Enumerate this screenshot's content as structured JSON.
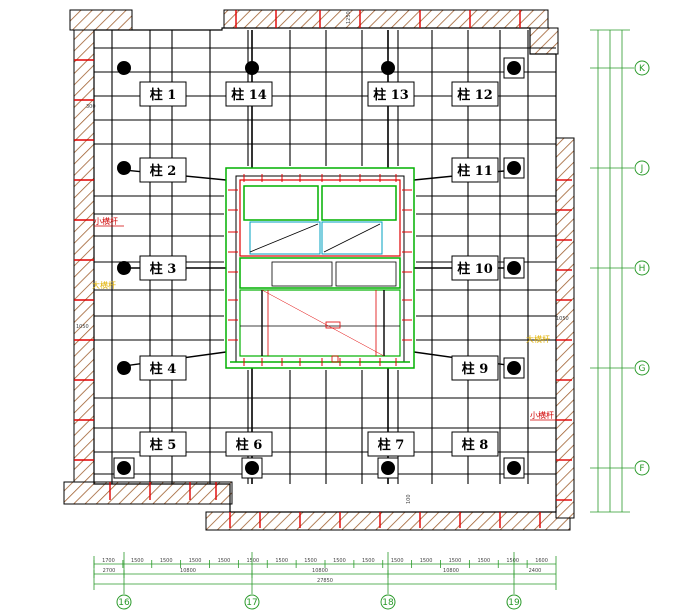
{
  "columns": [
    {
      "id": "c1",
      "label": "柱 1"
    },
    {
      "id": "c2",
      "label": "柱 2"
    },
    {
      "id": "c3",
      "label": "柱 3"
    },
    {
      "id": "c4",
      "label": "柱 4"
    },
    {
      "id": "c5",
      "label": "柱 5"
    },
    {
      "id": "c6",
      "label": "柱 6"
    },
    {
      "id": "c7",
      "label": "柱 7"
    },
    {
      "id": "c8",
      "label": "柱 8"
    },
    {
      "id": "c9",
      "label": "柱 9"
    },
    {
      "id": "c10",
      "label": "柱 10"
    },
    {
      "id": "c11",
      "label": "柱 11"
    },
    {
      "id": "c12",
      "label": "柱 12"
    },
    {
      "id": "c13",
      "label": "柱 13"
    },
    {
      "id": "c14",
      "label": "柱 14"
    }
  ],
  "axes": {
    "right": [
      "K",
      "J",
      "H",
      "G",
      "F"
    ],
    "bottom": [
      "16",
      "17",
      "18",
      "19"
    ]
  },
  "annotations": {
    "small_pole_left": "小横杆",
    "small_pole_right": "小横杆",
    "big_pole_left": "大横杆",
    "big_pole_right": "大横杆",
    "dim_1050_left": "1050",
    "dim_1050_right": "1050",
    "dim_300_left": "300",
    "dim_100_bottom": "100",
    "dim_1250_top": "1250"
  },
  "dimensions_bottom": {
    "row1": [
      "1700",
      "1500",
      "1500",
      "1500",
      "1500",
      "1500",
      "1500",
      "1500",
      "1500",
      "1500",
      "1500",
      "1500",
      "1500",
      "1500",
      "1500",
      "1600"
    ],
    "row2": [
      "2700",
      "10800",
      "10800",
      "10800",
      "2400"
    ],
    "total": "27850"
  },
  "colors": {
    "grid": "#000000",
    "wall_hatch": "#c08040",
    "green": "#00b000",
    "red": "#e00000",
    "cyan": "#00a0c0"
  }
}
